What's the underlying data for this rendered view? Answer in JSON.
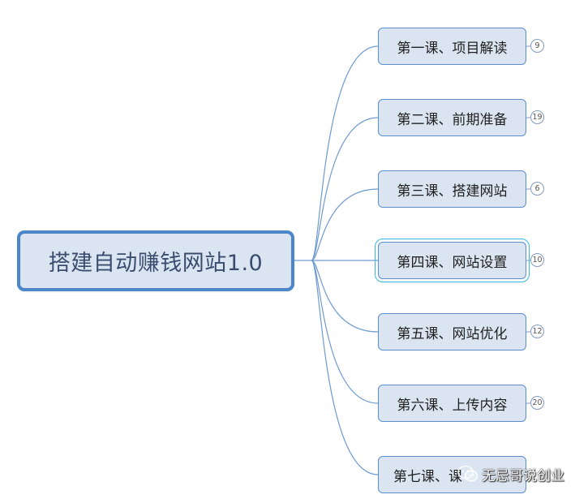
{
  "root": {
    "label": "搭建自动赚钱网站1.0"
  },
  "children": [
    {
      "label": "第一课、项目解读",
      "count": "9"
    },
    {
      "label": "第二课、前期准备",
      "count": "19"
    },
    {
      "label": "第三课、搭建网站",
      "count": "6"
    },
    {
      "label": "第四课、网站设置",
      "count": "10",
      "selected": true
    },
    {
      "label": "第五课、网站优化",
      "count": "12"
    },
    {
      "label": "第六课、上传内容",
      "count": "20"
    },
    {
      "label": "第七课、课",
      "count": ""
    }
  ],
  "watermark": {
    "text": "无忌哥说创业",
    "icon": "wechat-icon"
  },
  "colors": {
    "node_fill": "#dbe5f1",
    "node_border": "#5b8fd0",
    "root_border": "#4a86c8",
    "connector": "#6f9bd1",
    "selection_outline": "#2fb8e0"
  }
}
